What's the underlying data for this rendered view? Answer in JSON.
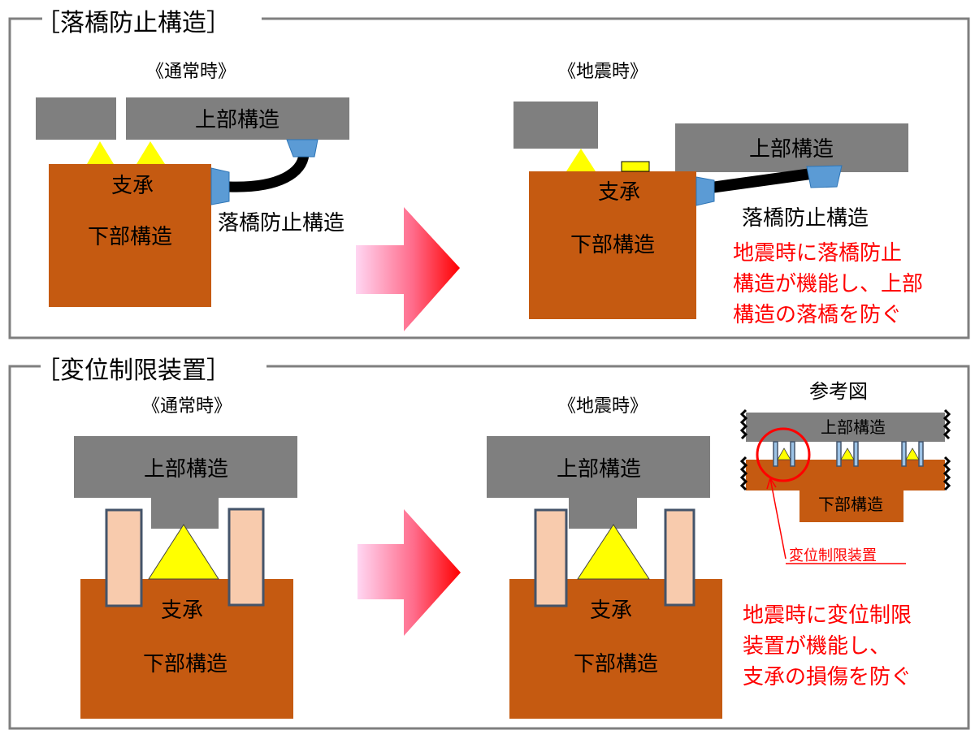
{
  "section1": {
    "title": "［落橋防止構造］",
    "normal": {
      "heading": "《通常時》",
      "superstructure": "上部構造",
      "bearing": "支承",
      "substructure": "下部構造",
      "device": "落橋防止構造"
    },
    "quake": {
      "heading": "《地震時》",
      "superstructure": "上部構造",
      "bearing": "支承",
      "substructure": "下部構造",
      "device": "落橋防止構造",
      "note": [
        "地震時に落橋防止",
        "構造が機能し、上部",
        "構造の落橋を防ぐ"
      ]
    }
  },
  "section2": {
    "title": "［変位制限装置］",
    "normal": {
      "heading": "《通常時》",
      "superstructure": "上部構造",
      "bearing": "支承",
      "substructure": "下部構造"
    },
    "quake": {
      "heading": "《地震時》",
      "superstructure": "上部構造",
      "bearing": "支承",
      "substructure": "下部構造",
      "note": [
        "地震時に変位制限",
        "装置が機能し、",
        "支承の損傷を防ぐ"
      ]
    },
    "reference": {
      "title": "参考図",
      "superstructure": "上部構造",
      "substructure": "下部構造",
      "callout": "変位制限装置"
    }
  },
  "colors": {
    "grey": "#7f7f7f",
    "brown": "#c55a11",
    "yellow": "#ffff00",
    "blue": "#5b9bd5",
    "pier_pink": "#f8cbad",
    "pier_border": "#44546a",
    "red": "#ff0000"
  }
}
